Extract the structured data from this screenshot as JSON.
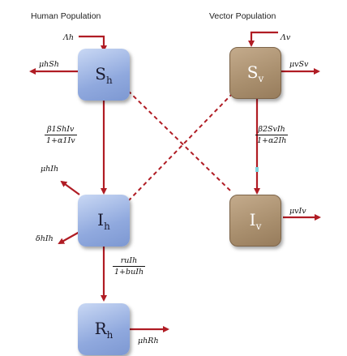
{
  "titles": {
    "human": "Human Population",
    "vector": "Vector Population"
  },
  "compartments": {
    "Sh": "Sh",
    "Ih": "Ih",
    "Rh": "Rh",
    "Sv": "Sv",
    "Iv": "Iv"
  },
  "rates": {
    "recruit_h": "Λh",
    "recruit_v": "Λv",
    "death_Sh": "μhSh",
    "death_Ih": "μhIh",
    "disease_death_Ih": "δhIh",
    "death_Rh": "μhRh",
    "death_Sv": "μvSv",
    "death_Iv": "μvIv",
    "infect_h_num": "β1ShIv",
    "infect_h_den": "1+α1Iv",
    "infect_v_num": "β2SvIh",
    "infect_v_den": "1+α2Ih",
    "recover_num": "ruIh",
    "recover_den": "1+buIh"
  },
  "colors": {
    "arrow": "#b01c24",
    "cross_link": "#b01c24",
    "human_box": "#8ea6dc",
    "vector_box": "#a88e6d"
  }
}
